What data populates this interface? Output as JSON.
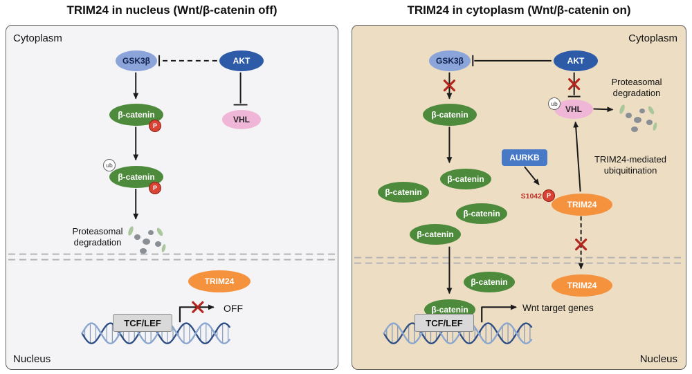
{
  "panels": {
    "left": {
      "title": "TRIM24 in nucleus (Wnt/β-catenin off)",
      "cytoplasm": "Cytoplasm",
      "nucleus": "Nucleus",
      "gsk3b": "GSK3β",
      "akt": "AKT",
      "vhl": "VHL",
      "b_catenin": "β-catenin",
      "p": "P",
      "ub": "ub",
      "proteasomal": "Proteasomal degradation",
      "trim24": "TRIM24",
      "tcf_lef": "TCF/LEF",
      "off": "OFF"
    },
    "right": {
      "title": "TRIM24 in cytoplasm (Wnt/β-catenin on)",
      "cytoplasm": "Cytoplasm",
      "nucleus": "Nucleus",
      "gsk3b": "GSK3β",
      "akt": "AKT",
      "vhl": "VHL",
      "b_catenin": "β-catenin",
      "p": "P",
      "ub": "ub",
      "aurkb": "AURKB",
      "s1042": "S1042",
      "proteasomal": "Proteasomal degradation",
      "trim24": "TRIM24",
      "trim24_ubiq": "TRIM24-mediated ubiquitination",
      "tcf_lef": "TCF/LEF",
      "wnt_target": "Wnt target genes"
    }
  },
  "colors": {
    "beta_catenin_green": "#4e8a3c",
    "trim24_orange": "#f5923e",
    "akt_blue": "#2e5ba8",
    "gsk3b_light_blue": "#8ba4d9",
    "vhl_pink": "#f0b6d8",
    "aurkb_blue": "#4779c7",
    "phospho_red": "#d84335",
    "inhibit_x_red": "#b3261e",
    "left_panel_gray": "#f4f4f6",
    "right_panel_beige": "#edddc3",
    "dna_blue": "#2f4e86"
  }
}
